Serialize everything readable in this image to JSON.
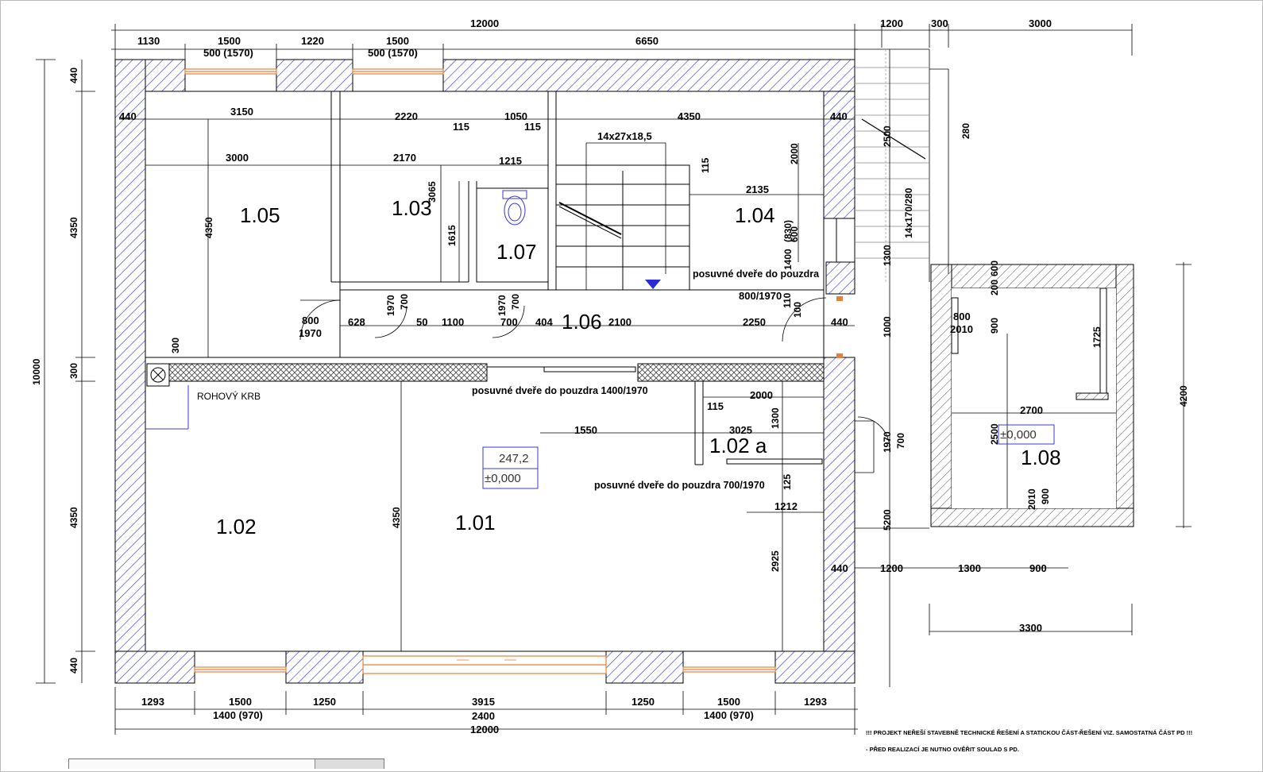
{
  "rooms": {
    "r101": "1.01",
    "r102": "1.02",
    "r102a": "1.02 a",
    "r103": "1.03",
    "r104": "1.04",
    "r105": "1.05",
    "r106": "1.06",
    "r107": "1.07",
    "r108": "1.08"
  },
  "dims": {
    "top_total": "12000",
    "top_1130": "1130",
    "top_1500a": "1500",
    "top_1220": "1220",
    "top_1500b": "1500",
    "top_6650": "6650",
    "win_a": "500 (1570)",
    "win_b": "500 (1570)",
    "right_1200": "1200",
    "right_300": "300",
    "right_3000": "3000",
    "d440a": "440",
    "d3150": "3150",
    "d2220": "2220",
    "d115a": "115",
    "d1050": "1050",
    "d115b": "115",
    "d4350h": "4350",
    "d440b": "440",
    "d3000": "3000",
    "d2170": "2170",
    "d1215": "1215",
    "stairs": "14x27x18,5",
    "d115c": "115",
    "d2135": "2135",
    "d3065": "3065",
    "d1615": "1615",
    "d4350v_a": "4350",
    "d2000v": "2000",
    "d600": "600",
    "d830": "(830)",
    "d1400": "1400",
    "d1300a": "1300",
    "d2500a": "2500",
    "stairs2": "14x170/280",
    "d280": "280",
    "d800a": "800",
    "d1970a": "1970",
    "d628": "628",
    "d1970b": "1970",
    "d700a": "700",
    "d50": "50",
    "d1100": "1100",
    "d1970c": "1970",
    "d700b": "700",
    "d700c": "700",
    "d404": "404",
    "d2100": "2100",
    "d2250": "2250",
    "d800_1970": "800/1970",
    "d110": "110",
    "d100": "100",
    "d440c": "440",
    "d300": "300",
    "d300b": "300",
    "d1000": "1000",
    "d2000b": "2000",
    "d115d": "115",
    "d1300b": "1300",
    "d3025": "3025",
    "d1550": "1550",
    "d1970d": "1970",
    "d700d": "700",
    "d125": "125",
    "d1212": "1212",
    "d4350v_b": "4350",
    "d2925": "2925",
    "d5200": "5200",
    "d440d": "440",
    "d1200b": "1200",
    "d1300c": "1300",
    "d900a": "900",
    "d3300": "3300",
    "d800b": "800",
    "d2010a": "2010",
    "d900b": "900",
    "d1725": "1725",
    "d2700": "2700",
    "d2500b": "2500",
    "d2010b": "2010",
    "d900c": "900",
    "d4200": "4200",
    "d200": "200",
    "d600b": "600",
    "d440e": "440",
    "d440f": "440",
    "d10000": "10000",
    "d4350l1": "4350",
    "d4350l2": "4350",
    "d440g": "440",
    "d300c": "300",
    "b1293a": "1293",
    "b1500a": "1500",
    "b1400a": "1400 (970)",
    "b1250a": "1250",
    "b3915": "3915",
    "b2400": "2400",
    "b1250b": "1250",
    "b1500b": "1500",
    "b1400b": "1400 (970)",
    "b1293b": "1293",
    "b12000": "12000"
  },
  "labels": {
    "krb": "ROHOVÝ KRB",
    "door1": "posuvné dveře do pouzdra",
    "door2": "posuvné dveře do pouzdra 1400/1970",
    "door3": "posuvné dveře do pouzdra 700/1970",
    "lvl_top": "247,2",
    "lvl_bot": "±0,000",
    "lvl_108": "±0,000"
  },
  "footnotes": {
    "line1": "!!! PROJEKT NEŘEŠÍ STAVEBNĚ TECHNICKÉ ŘEŠENÍ A STATICKOU ČÁST-ŘEŠENÍ VIZ. SAMOSTATNÁ ČÁST PD !!!",
    "line2": "- PŘED REALIZACÍ JE NUTNO OVĚŘIT SOULAD S PD."
  },
  "colors": {
    "wall_hatch": "#3a3ad0",
    "window": "#e87f3c",
    "masonry": "#555555"
  }
}
